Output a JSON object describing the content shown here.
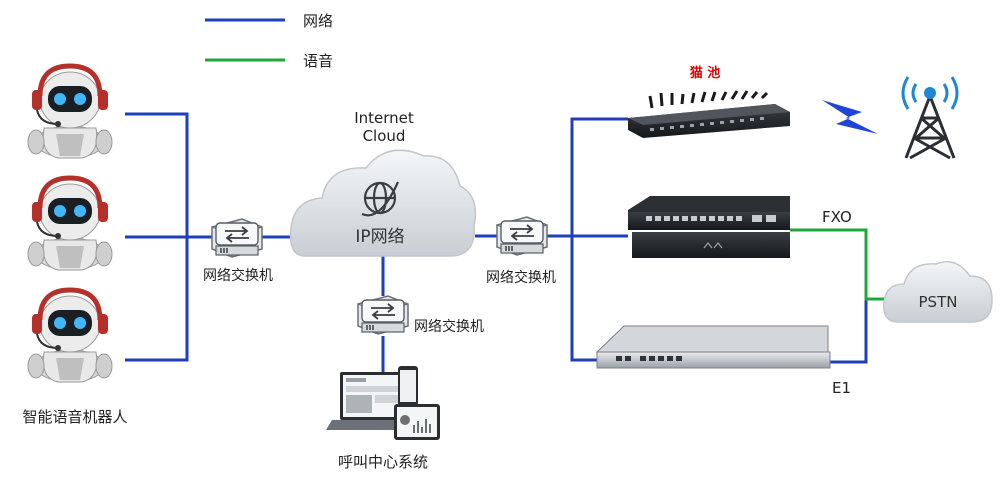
{
  "legend": {
    "network_label": "网络",
    "network_color": "#1f3fb8",
    "voice_label": "语音",
    "voice_color": "#1fa83a"
  },
  "robots": {
    "label": "智能语音机器人",
    "count": 3
  },
  "cloud": {
    "title": "Internet\nCloud",
    "title_line1": "Internet",
    "title_line2": "Cloud",
    "center_label": "IP网络"
  },
  "switches": {
    "left_label": "网络交换机",
    "right_label": "网络交换机",
    "bottom_label": "网络交换机"
  },
  "call_center": {
    "label": "呼叫中心系统"
  },
  "gateway_pool": {
    "label": "猫 池",
    "label_color": "#e00000"
  },
  "fxo": {
    "label": "FXO"
  },
  "e1": {
    "label": "E1"
  },
  "pstn": {
    "label": "PSTN"
  },
  "icons": [
    "robot-icon",
    "switch-icon",
    "globe-icon",
    "cloud-icon",
    "tower-icon",
    "lightning-icon",
    "computer-icon"
  ]
}
